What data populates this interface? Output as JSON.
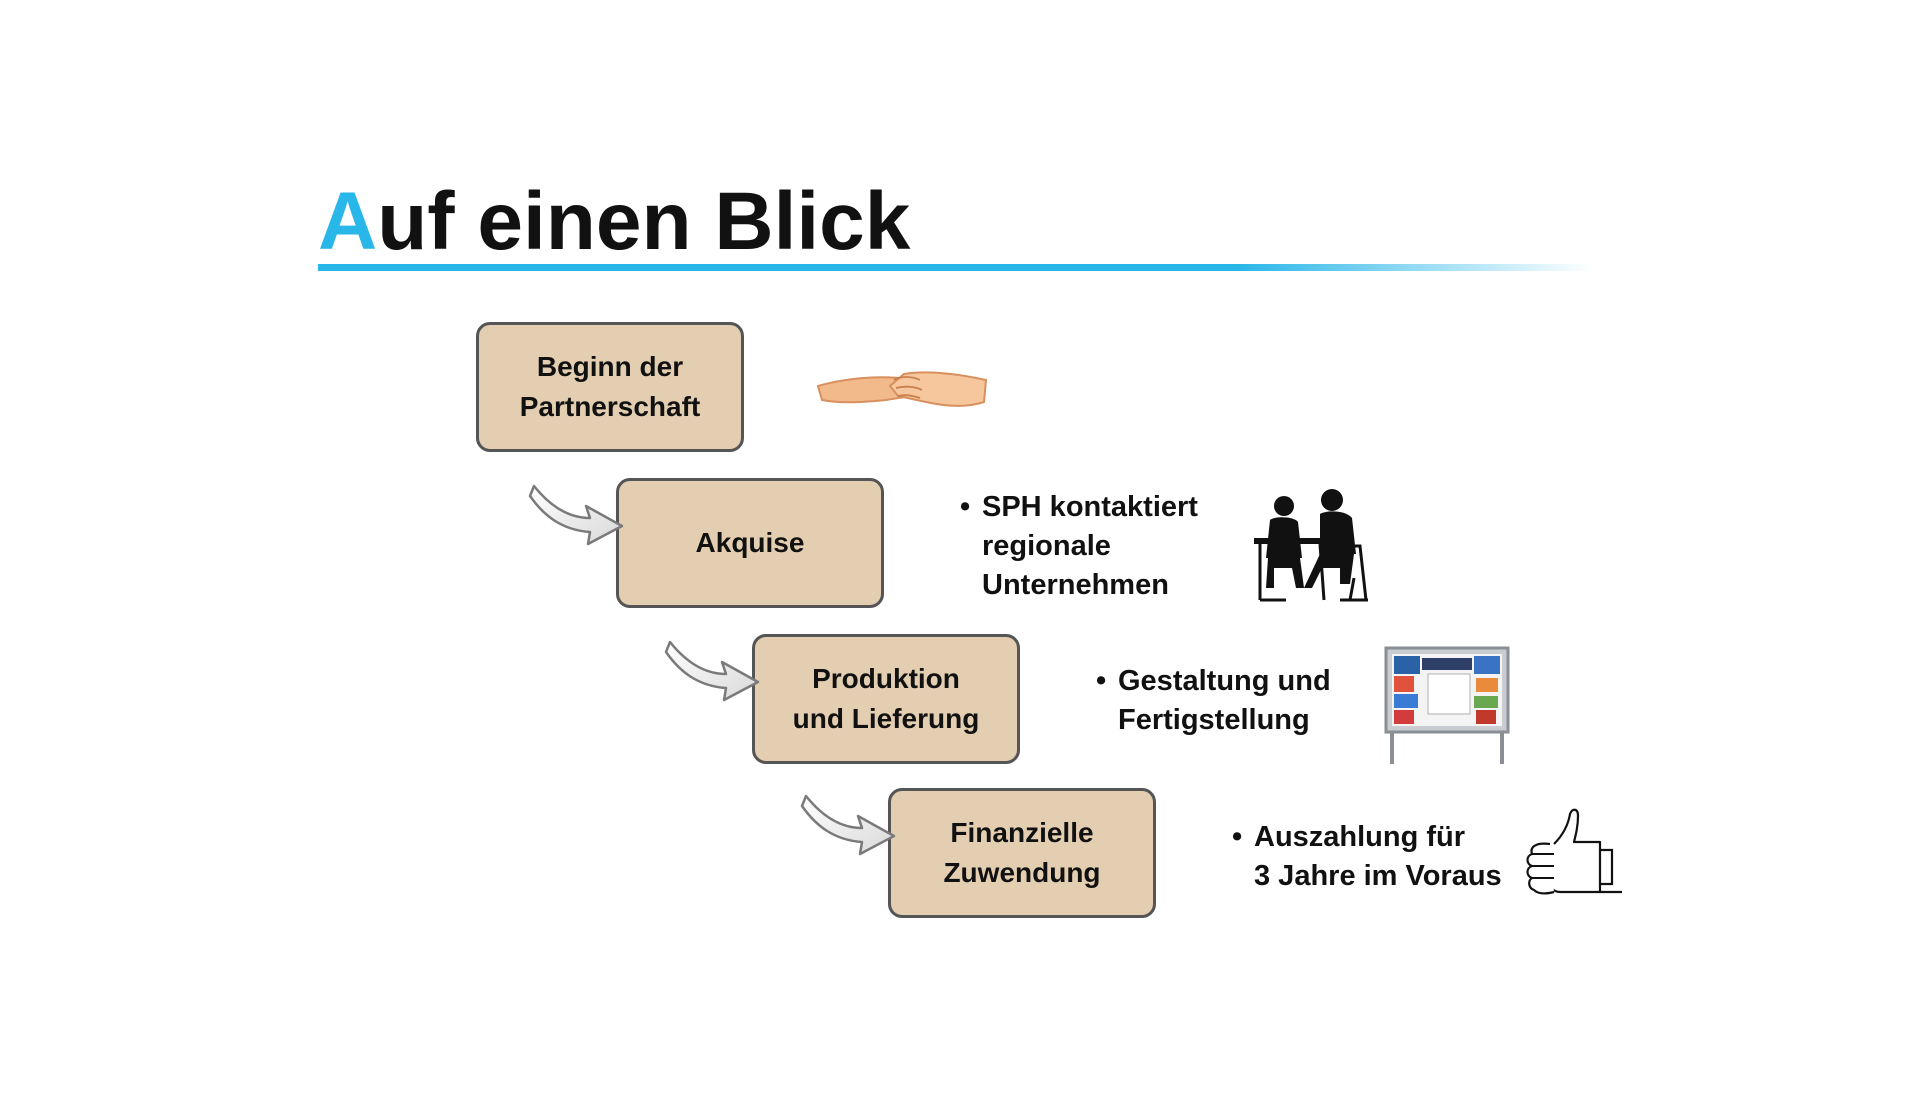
{
  "title": {
    "accent_letter": "A",
    "rest": "uf einen Blick",
    "accent_color": "#29b6e8"
  },
  "steps": [
    {
      "label": "Beginn der\nPartnerschaft"
    },
    {
      "label": "Akquise"
    },
    {
      "label": "Produktion\nund Lieferung"
    },
    {
      "label": "Finanzielle\nZuwendung"
    }
  ],
  "details": [
    {
      "bullet": "•",
      "text": "SPH kontaktiert\nregionale\nUnternehmen",
      "icon": "meeting-silhouette-icon"
    },
    {
      "bullet": "•",
      "text": "Gestaltung und\nFertigstellung",
      "icon": "notice-board-icon"
    },
    {
      "bullet": "•",
      "text": "Auszahlung für\n3 Jahre im Voraus",
      "icon": "thumbs-up-icon"
    }
  ],
  "header_icon": "handshake-icon",
  "box_fill_color": "#e4ceb1",
  "box_border_color": "#555555"
}
